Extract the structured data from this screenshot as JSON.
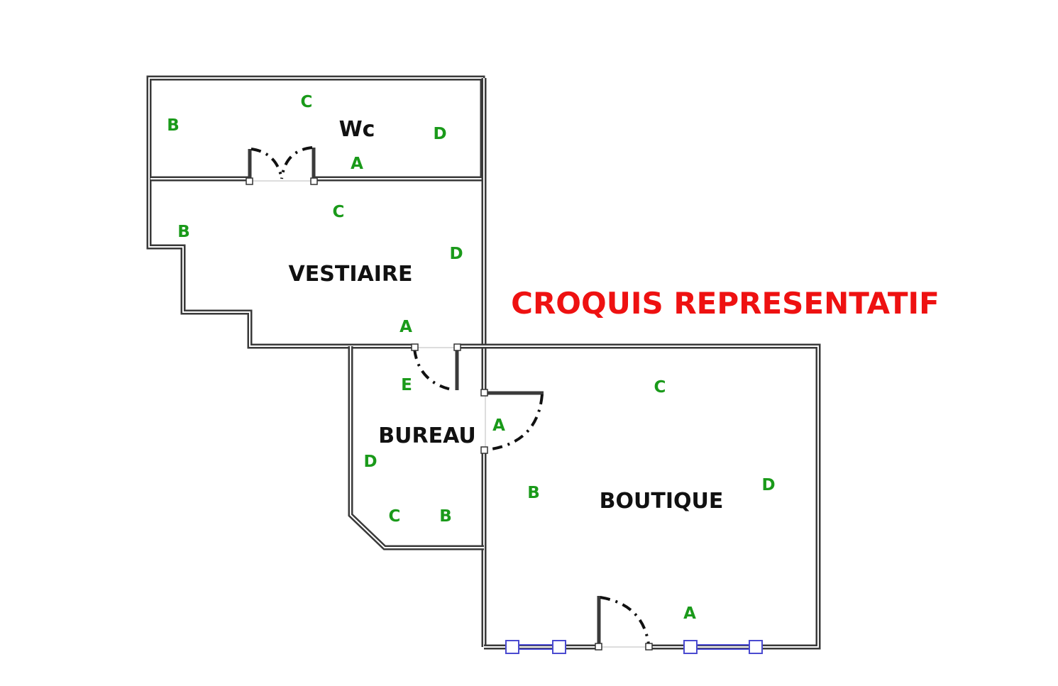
{
  "title": "CROQUIS REPRESENTATIF",
  "colors": {
    "wall": "#3a3a3a",
    "wall_letter": "#1a9a1a",
    "title": "#ee1111",
    "window": "#4a4ad0"
  },
  "rooms": {
    "wc": {
      "name": "Wc",
      "walls": {
        "a": "A",
        "b": "B",
        "c": "C",
        "d": "D"
      }
    },
    "vestiaire": {
      "name": "VESTIAIRE",
      "walls": {
        "a": "A",
        "b": "B",
        "c": "C",
        "d": "D"
      }
    },
    "bureau": {
      "name": "BUREAU",
      "walls": {
        "a": "A",
        "b": "B",
        "c": "C",
        "d": "D",
        "e": "E"
      }
    },
    "boutique": {
      "name": "BOUTIQUE",
      "walls": {
        "a": "A",
        "b": "B",
        "c": "C",
        "d": "D"
      }
    }
  }
}
